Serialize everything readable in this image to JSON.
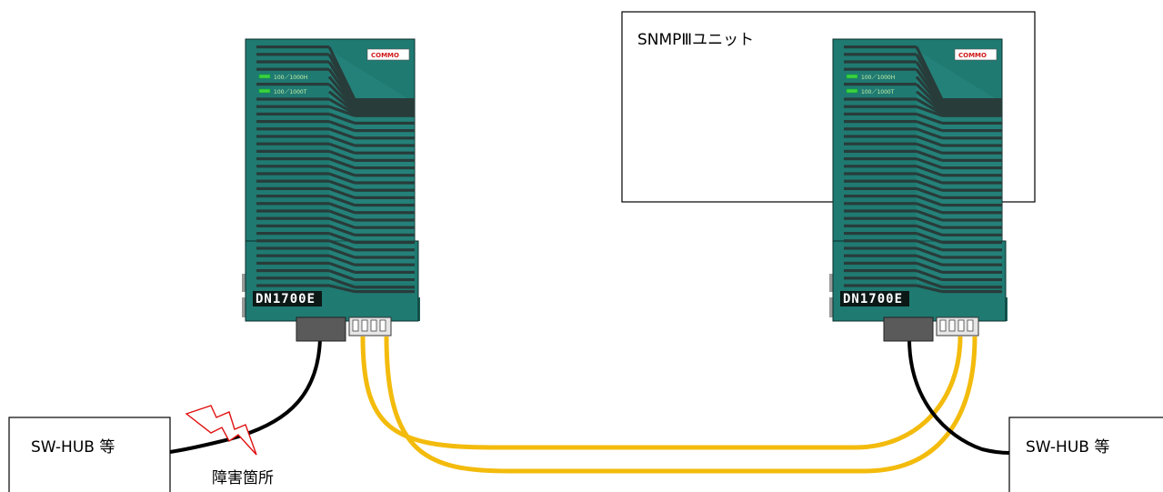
{
  "colors": {
    "device_body": "#1f7a72",
    "device_dark": "#0f4d47",
    "device_light": "#2e8f86",
    "slot": "#283c3a",
    "fiber": "#f3bb0c",
    "copper": "#000000",
    "led": "#40d040",
    "fault": "#e01010"
  },
  "labels": {
    "snmp_unit": "SNMPⅢユニット",
    "sw_hub_left": "SW-HUB 等",
    "sw_hub_right": "SW-HUB 等",
    "fault_point": "障害箇所"
  },
  "devices": [
    {
      "model": "DN1700E",
      "brand": "COMMO",
      "ports": [
        "100／1000H",
        "100／1000T"
      ]
    },
    {
      "model": "DN1700E",
      "brand": "COMMO",
      "ports": [
        "100／1000H",
        "100／1000T"
      ]
    }
  ],
  "icons": {
    "fault": "lightning-bolt-icon"
  }
}
